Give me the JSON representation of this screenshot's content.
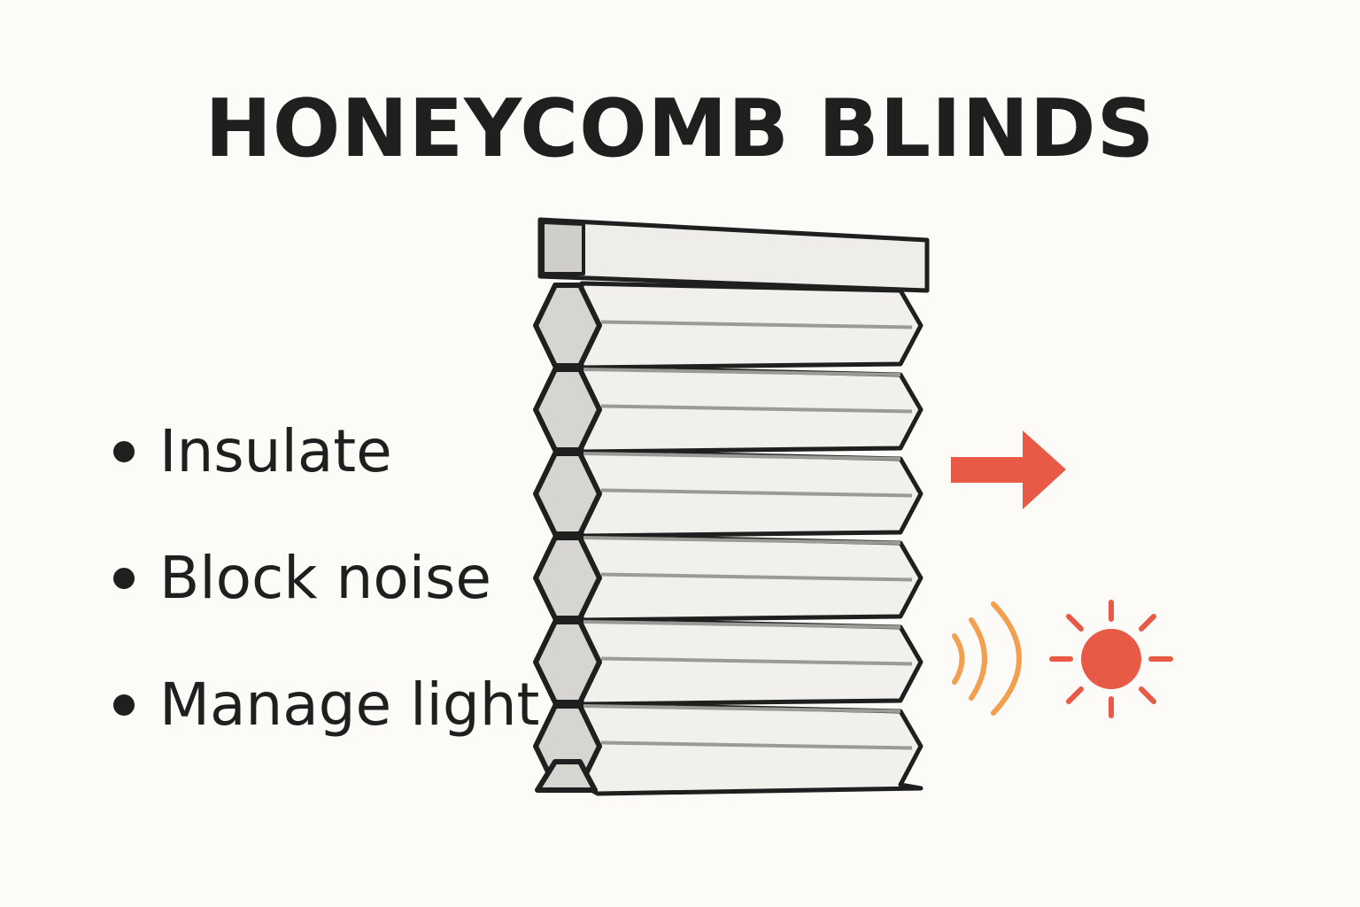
{
  "title": "HONEYCOMB BLINDS",
  "features": [
    {
      "label": "Insulate",
      "icon": "arrow-right-icon",
      "icon_color": "#e85a45"
    },
    {
      "label": "Block noise",
      "icon": "sound-waves-icon",
      "icon_color": "#f2a04f"
    },
    {
      "label": "Manage light",
      "icon": "sun-icon",
      "icon_color": "#e85a45"
    }
  ],
  "blind": {
    "pleat_count": 6
  },
  "colors": {
    "background": "#fcfbf7",
    "text": "#1f1f1f",
    "outline": "#1f1f1f",
    "fabric": "#f1f0ed",
    "cell": "#d6d5d2",
    "heat_arrow": "#e85a45",
    "sound": "#f2a04f",
    "sun": "#e85a45"
  }
}
